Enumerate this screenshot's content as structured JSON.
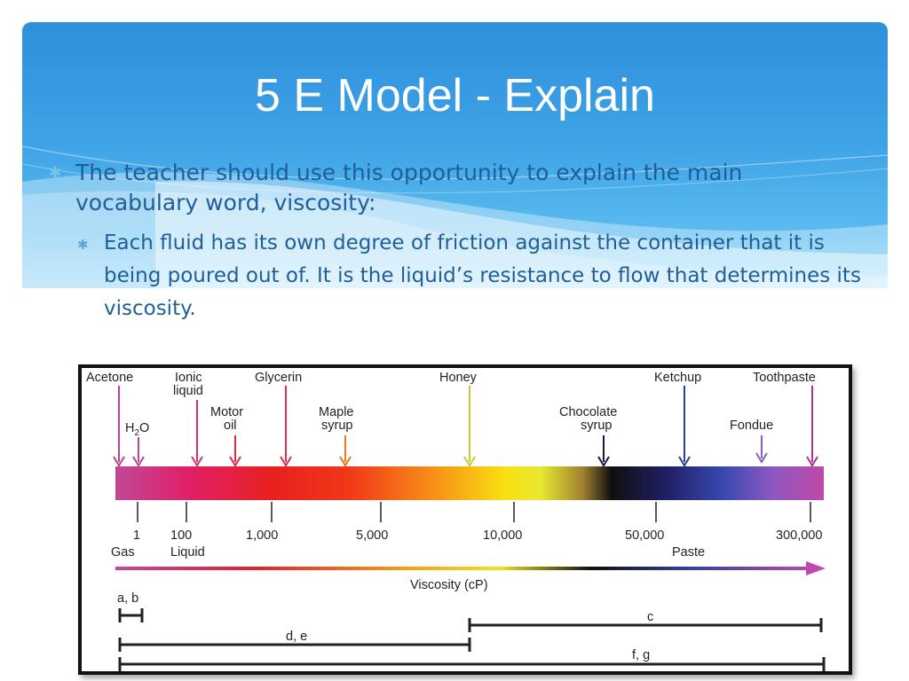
{
  "slide": {
    "title": "5 E Model - Explain",
    "bullet_main": "The teacher should use this opportunity to explain the main vocabulary word, viscosity:",
    "bullet_sub": "Each fluid has its own degree of friction against the container that it is being poured out of.  It is the liquid’s resistance to flow that determines its viscosity.",
    "bullet_icon": "asterisk-icon"
  },
  "figure": {
    "fluids": [
      {
        "name": "Acetone",
        "color": "#c0408c"
      },
      {
        "name": "H2O",
        "color": "#c04496"
      },
      {
        "name": "Ionic liquid",
        "color": "#d8326a"
      },
      {
        "name": "Motor oil",
        "color": "#e02a4a"
      },
      {
        "name": "Glycerin",
        "color": "#e03050"
      },
      {
        "name": "Maple syrup",
        "color": "#e8781e"
      },
      {
        "name": "Honey",
        "color": "#c8c83a"
      },
      {
        "name": "Chocolate syrup",
        "color": "#1a1a4a"
      },
      {
        "name": "Ketchup",
        "color": "#2b3f9a"
      },
      {
        "name": "Fondue",
        "color": "#8a60c0"
      },
      {
        "name": "Toothpaste",
        "color": "#b0309a"
      }
    ],
    "ticks": [
      "1",
      "100",
      "1,000",
      "5,000",
      "10,000",
      "50,000",
      "300,000"
    ],
    "state_gas": "Gas",
    "state_liquid": "Liquid",
    "state_paste": "Paste",
    "axis_label": "Viscosity (cP)",
    "ranges": [
      "a, b",
      "c",
      "d, e",
      "f, g"
    ]
  }
}
